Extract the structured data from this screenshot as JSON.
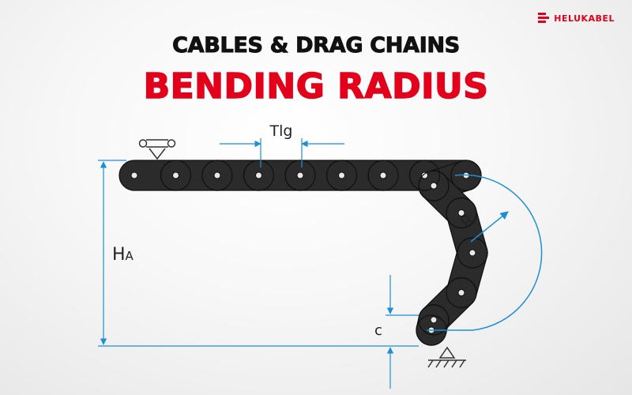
{
  "brand": {
    "name": "HELUKABEL",
    "color": "#e2001a"
  },
  "title": {
    "line1": "CABLES & DRAG CHAINS",
    "line2": "BENDING RADIUS"
  },
  "labels": {
    "pitch": "Tlg",
    "radius": "R",
    "height_main": "H",
    "height_sub": "A",
    "clearance": "c"
  },
  "colors": {
    "chain": "#2b2b2b",
    "centerline": "#1e8fd6",
    "dimension": "#1e8fd6"
  }
}
